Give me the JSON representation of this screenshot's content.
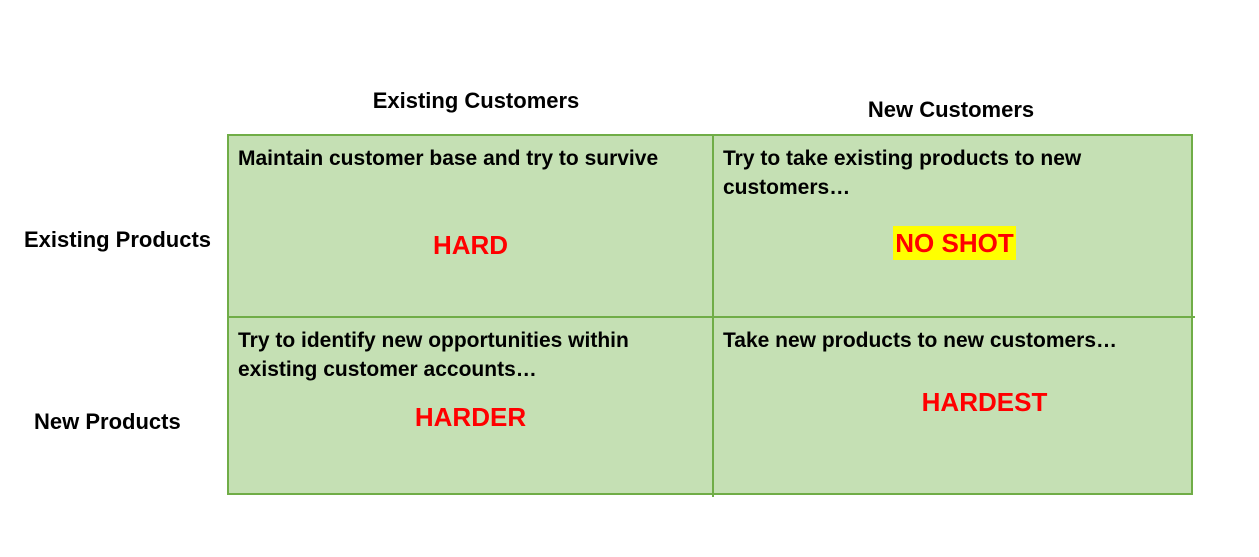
{
  "columns": {
    "existing_customers": "Existing Customers",
    "new_customers": "New Customers"
  },
  "rows": {
    "existing_products": "Existing Products",
    "new_products": "New Products"
  },
  "cells": {
    "existing_products_existing_customers": {
      "text": "Maintain customer base and try to survive",
      "verdict": "HARD"
    },
    "existing_products_new_customers": {
      "text": "Try to take existing products to new customers…",
      "verdict": "NO SHOT"
    },
    "new_products_existing_customers": {
      "text": "Try to identify new opportunities within existing customer accounts…",
      "verdict": "HARDER"
    },
    "new_products_new_customers": {
      "text": "Take new products to new customers…",
      "verdict": "HARDEST"
    }
  },
  "colors": {
    "cell_fill": "#c5e0b4",
    "grid_border": "#70ad47",
    "verdict_text": "#ff0000",
    "highlight": "#ffff00"
  }
}
